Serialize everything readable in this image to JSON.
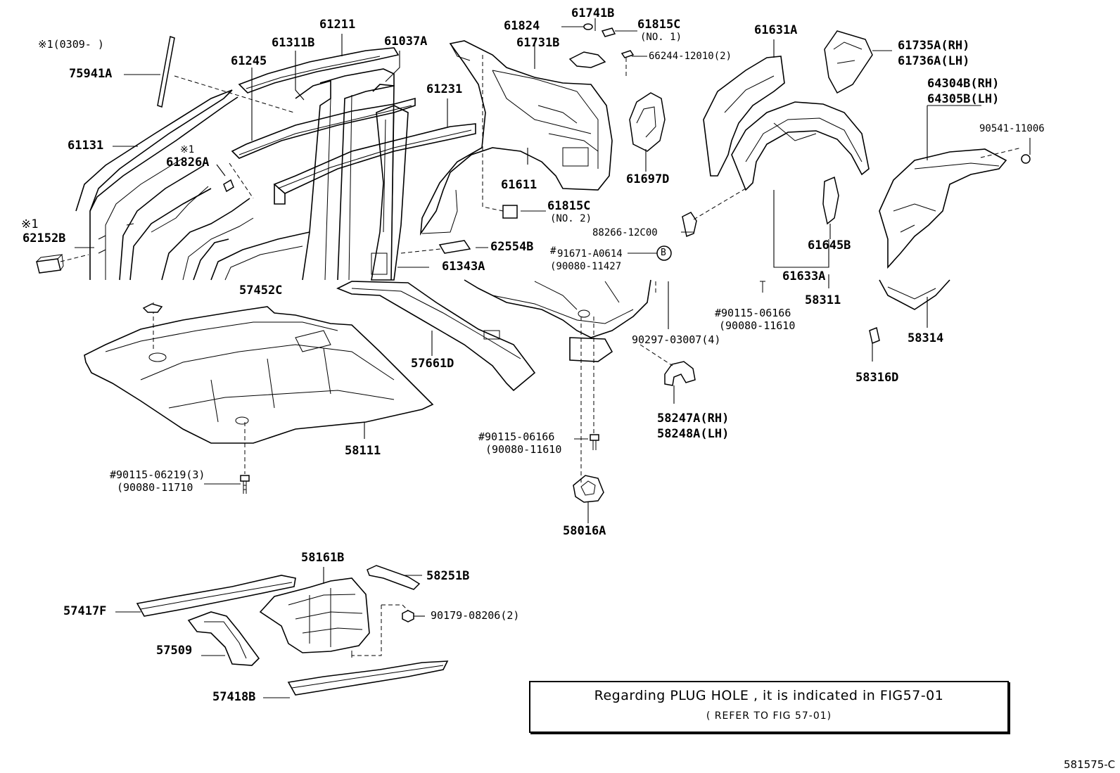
{
  "labels": {
    "note_0309": "※1(0309-     )",
    "p75941A": "75941A",
    "p61131": "61131",
    "p61826A_mark": "※1",
    "p61826A": "61826A",
    "p62152B_mark": "※1",
    "p62152B": "62152B",
    "p61245": "61245",
    "p61311B": "61311B",
    "p61211": "61211",
    "p61037A": "61037A",
    "p61231": "61231",
    "p57452C": "57452C",
    "p62554B": "62554B",
    "p61343A": "61343A",
    "p61824": "61824",
    "p61741B": "61741B",
    "p61815C_top": "61815C",
    "p61815C_top_sub": "(NO. 1)",
    "p61731B": "61731B",
    "p66244": "66244-12010(2)",
    "p61611": "61611",
    "p61815C_bot": "61815C",
    "p61815C_bot_sub": "(NO. 2)",
    "p61697D": "61697D",
    "p61631A": "61631A",
    "p61735A": "61735A(RH)",
    "p61736A": "61736A(LH)",
    "p64304B": "64304B(RH)",
    "p64305B": "64305B(LH)",
    "p90541": "90541-11006",
    "p88266": "88266-12C00",
    "p91671": "91671-A0614",
    "p91671_hash": "#",
    "p90080_11427": "(90080-11427",
    "circle_b": "B",
    "p61645B": "61645B",
    "p61633A": "61633A",
    "p58311": "58311",
    "p90115_06166_a": "#90115-06166",
    "p90080_11610_a": "(90080-11610",
    "p90297": "90297-03007(4)",
    "p58314": "58314",
    "p58316D": "58316D",
    "p57661D": "57661D",
    "p58111": "58111",
    "p58247A": "58247A(RH)",
    "p58248A": "58248A(LH)",
    "p90115_06166_b": "#90115-06166",
    "p90080_11610_b": "(90080-11610",
    "p90115_06219": "#90115-06219(3)",
    "p90080_11710": "(90080-11710",
    "p58016A": "58016A",
    "p58161B": "58161B",
    "p58251B": "58251B",
    "p57417F": "57417F",
    "p90179": "90179-08206(2)",
    "p57509": "57509",
    "p57418B": "57418B"
  },
  "note": {
    "main": "Regarding PLUG HOLE , it is indicated in FIG57-01",
    "sub": "( REFER TO FIG 57-01)"
  },
  "figure_id": "581575-C"
}
